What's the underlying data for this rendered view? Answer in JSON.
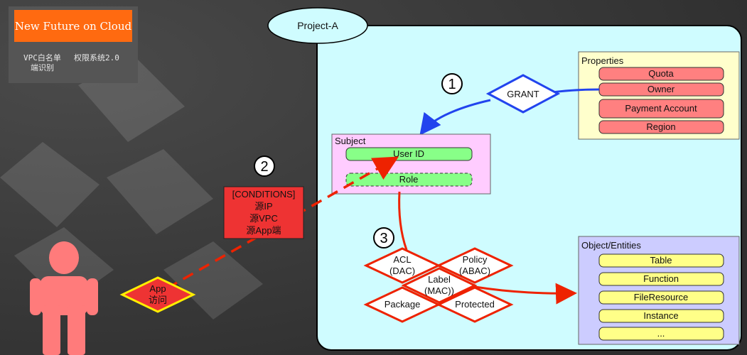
{
  "logo": {
    "title": "New Future on Cloud",
    "line1a": "VPC白名单",
    "line1b": "权限系统2.0",
    "line2": "端识别"
  },
  "project": {
    "label": "Project-A"
  },
  "grant": {
    "label": "GRANT",
    "step": "1"
  },
  "properties": {
    "title": "Properties",
    "items": [
      "Quota",
      "Owner",
      "Payment Account",
      "Region"
    ]
  },
  "subject": {
    "title": "Subject",
    "items": [
      "User ID",
      "Role"
    ]
  },
  "conditions": {
    "step": "2",
    "lines": [
      "[CONDITIONS]",
      "源IP",
      "源VPC",
      "源App端"
    ]
  },
  "app": {
    "line1": "App",
    "line2": "访问"
  },
  "policies": {
    "step": "3",
    "acl": [
      "ACL",
      "(DAC)"
    ],
    "policy": [
      "Policy",
      "(ABAC)"
    ],
    "label": [
      "Label",
      "(MAC))"
    ],
    "package": "Package",
    "protected": "Protected"
  },
  "objects": {
    "title": "Object/Entities",
    "items": [
      "Table",
      "Function",
      "FileResource",
      "Instance",
      "..."
    ]
  },
  "colors": {
    "project_fill": "#cffcff",
    "properties_fill": "#ffffcc",
    "red_pill": "#ff8080",
    "subject_fill": "#ffccff",
    "green_pill": "#88ff88",
    "objects_fill": "#ccccff",
    "yellow_pill": "#ffff88",
    "blue_arrow": "#2244ee",
    "red_arrow": "#ee2200",
    "conditions_fill": "#ee3333"
  }
}
